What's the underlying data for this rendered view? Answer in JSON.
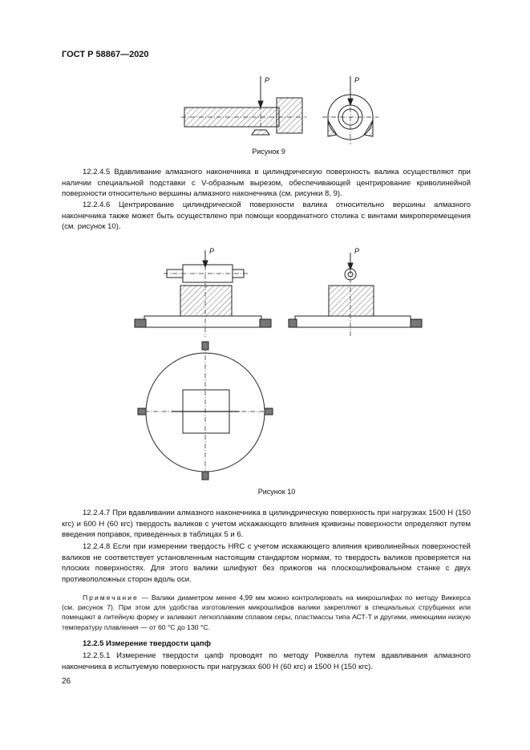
{
  "header": {
    "standard": "ГОСТ Р 58867—2020"
  },
  "figure9": {
    "label_p_left": "P",
    "label_p_right": "P",
    "caption": "Рисунок 9"
  },
  "paragraphs": {
    "p1245": "12.2.4.5 Вдавливание алмазного наконечника в цилиндрическую поверхность валика осуществляют при наличии специальной подставки с V-образным вырезом, обеспечивающей центрирование криволинейной поверхности относительно вершины алмазного наконечника (см. рисунки 8, 9).",
    "p1246": "12.2.4.6 Центрирование цилиндрической поверхности валика относительно вершины алмазного наконечника также может быть осуществлено при помощи координатного столика с винтами микроперемещения (см. рисунок 10).",
    "p1247": "12.2.4.7 При вдавливании алмазного наконечника в цилиндрическую поверхность при нагрузках 1500 Н (150 кгс) и 600 Н (60 кгс) твердость валиков с учетом искажающего влияния кривизны поверхности определяют путем введения поправок, приведенных в таблицах 5 и 6.",
    "p1248": "12.2.4.8 Если при измерении твердость HRC с учетом искажающего влияния криволинейных поверхностей валиков не соответствует установленным настоящим стандартом нормам, то твердость валиков проверяется на плоских поверхностях. Для этого валики шлифуют без прижогов на плоскошлифовальном станке с двух противоположных сторон вдоль оси."
  },
  "figure10": {
    "label_p_left": "P",
    "label_p_right": "P",
    "caption": "Рисунок 10"
  },
  "note": {
    "prefix": "Примечание",
    "text": " — Валики диаметром менее 4,99 мм можно контролировать на микрошлифах по методу Виккерса (см. рисунок 7). При этом для удобства изготовления микрошлифов валики закрепляют в специальных струбцинах или помещают в литейную форму и заливают легкоплавким сплавом серы, пластмассы типа АСТ-Т и другими, имеющими низкую температуру плавления — от 60 °С до 130 °С."
  },
  "section": {
    "heading": "12.2.5 Измерение твердости цапф",
    "p12251": "12.2.5.1 Измерение твердости цапф проводят по методу Роквелла путем вдавливания алмазного наконечника в испытуемую поверхность при нагрузках 600 Н (60 кгс) и 1500 Н (150 кгс)."
  },
  "page_number": "26"
}
